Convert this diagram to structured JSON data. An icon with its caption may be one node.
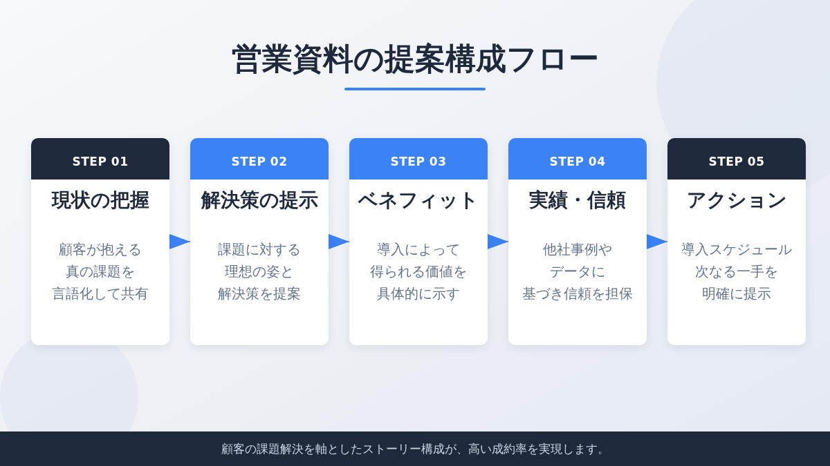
{
  "diagram": {
    "title": "営業資料の提案構成フロー",
    "nodes": [
      {
        "text": [
          "STEP 01",
          "現状の把握",
          "顧客が抱える真の課題を言語化して共有"
        ]
      },
      {
        "text": [
          "STEP 02",
          "解決策の提示",
          "課題に対する理想の姿と解決策を提案"
        ]
      },
      {
        "text": [
          "STEP 03",
          "ベネフィット",
          "導入によって得られる価値を具体的に示す"
        ]
      },
      {
        "text": [
          "STEP 04",
          "実績・信頼",
          "他社事例やデータに基づき信頼を担保"
        ]
      },
      {
        "text": [
          "STEP 05",
          "アクション",
          "導入スケジュール次なる一手を明確に提示"
        ]
      },
      {
        "text": [
          "顧客の課題解決を軸としたストーリー構成が、高い成約率を実現します。"
        ]
      }
    ],
    "edges": [
      {
        "from": 0,
        "to": 1,
        "arrow": "to"
      },
      {
        "from": 1,
        "to": 2,
        "arrow": "to"
      },
      {
        "from": 2,
        "to": 3,
        "arrow": "to"
      },
      {
        "from": 3,
        "to": 4,
        "arrow": "to"
      }
    ]
  }
}
